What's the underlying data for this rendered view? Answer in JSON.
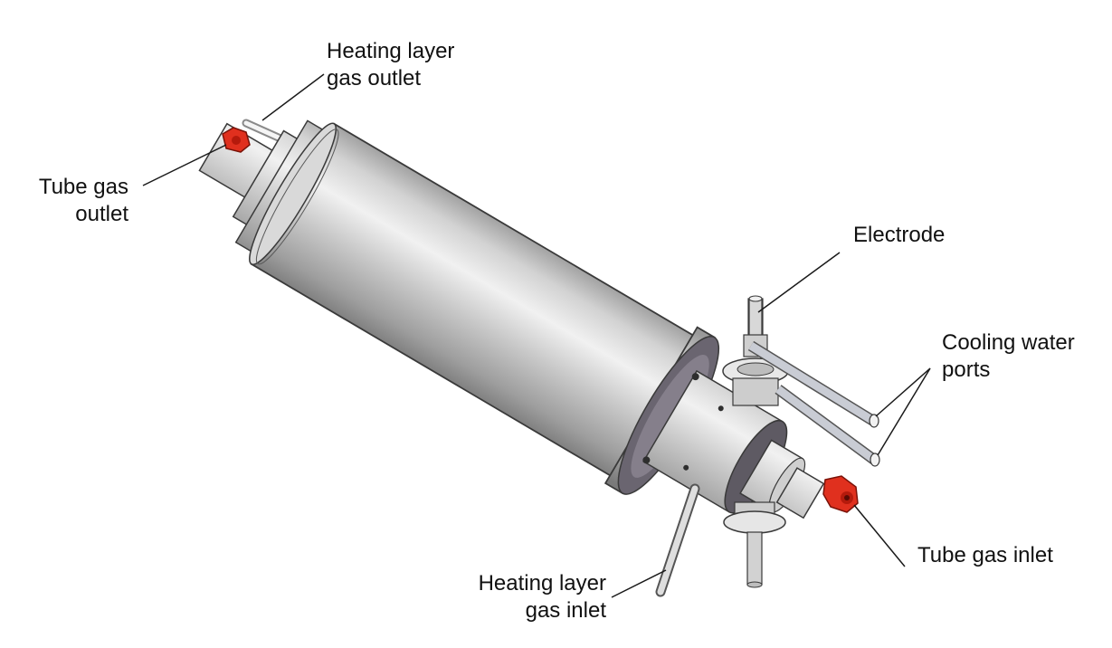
{
  "labels": {
    "heating_outlet": {
      "line1": "Heating layer",
      "line2": "gas outlet"
    },
    "tube_outlet": {
      "line1": "Tube gas",
      "line2": "outlet"
    },
    "electrode": "Electrode",
    "cooling": {
      "line1": "Cooling water",
      "line2": "ports"
    },
    "tube_inlet": "Tube gas inlet",
    "heating_inlet": {
      "line1": "Heating layer",
      "line2": "gas inlet"
    }
  },
  "colors": {
    "fitting_red": "#e0301e",
    "steel_light": "#e6e6e6",
    "steel_mid": "#b8b8b8",
    "steel_dark": "#7c7c7c",
    "flange_dark": "#5e5a63",
    "outline": "#3a3a3a",
    "leader": "#1a1a1a"
  }
}
